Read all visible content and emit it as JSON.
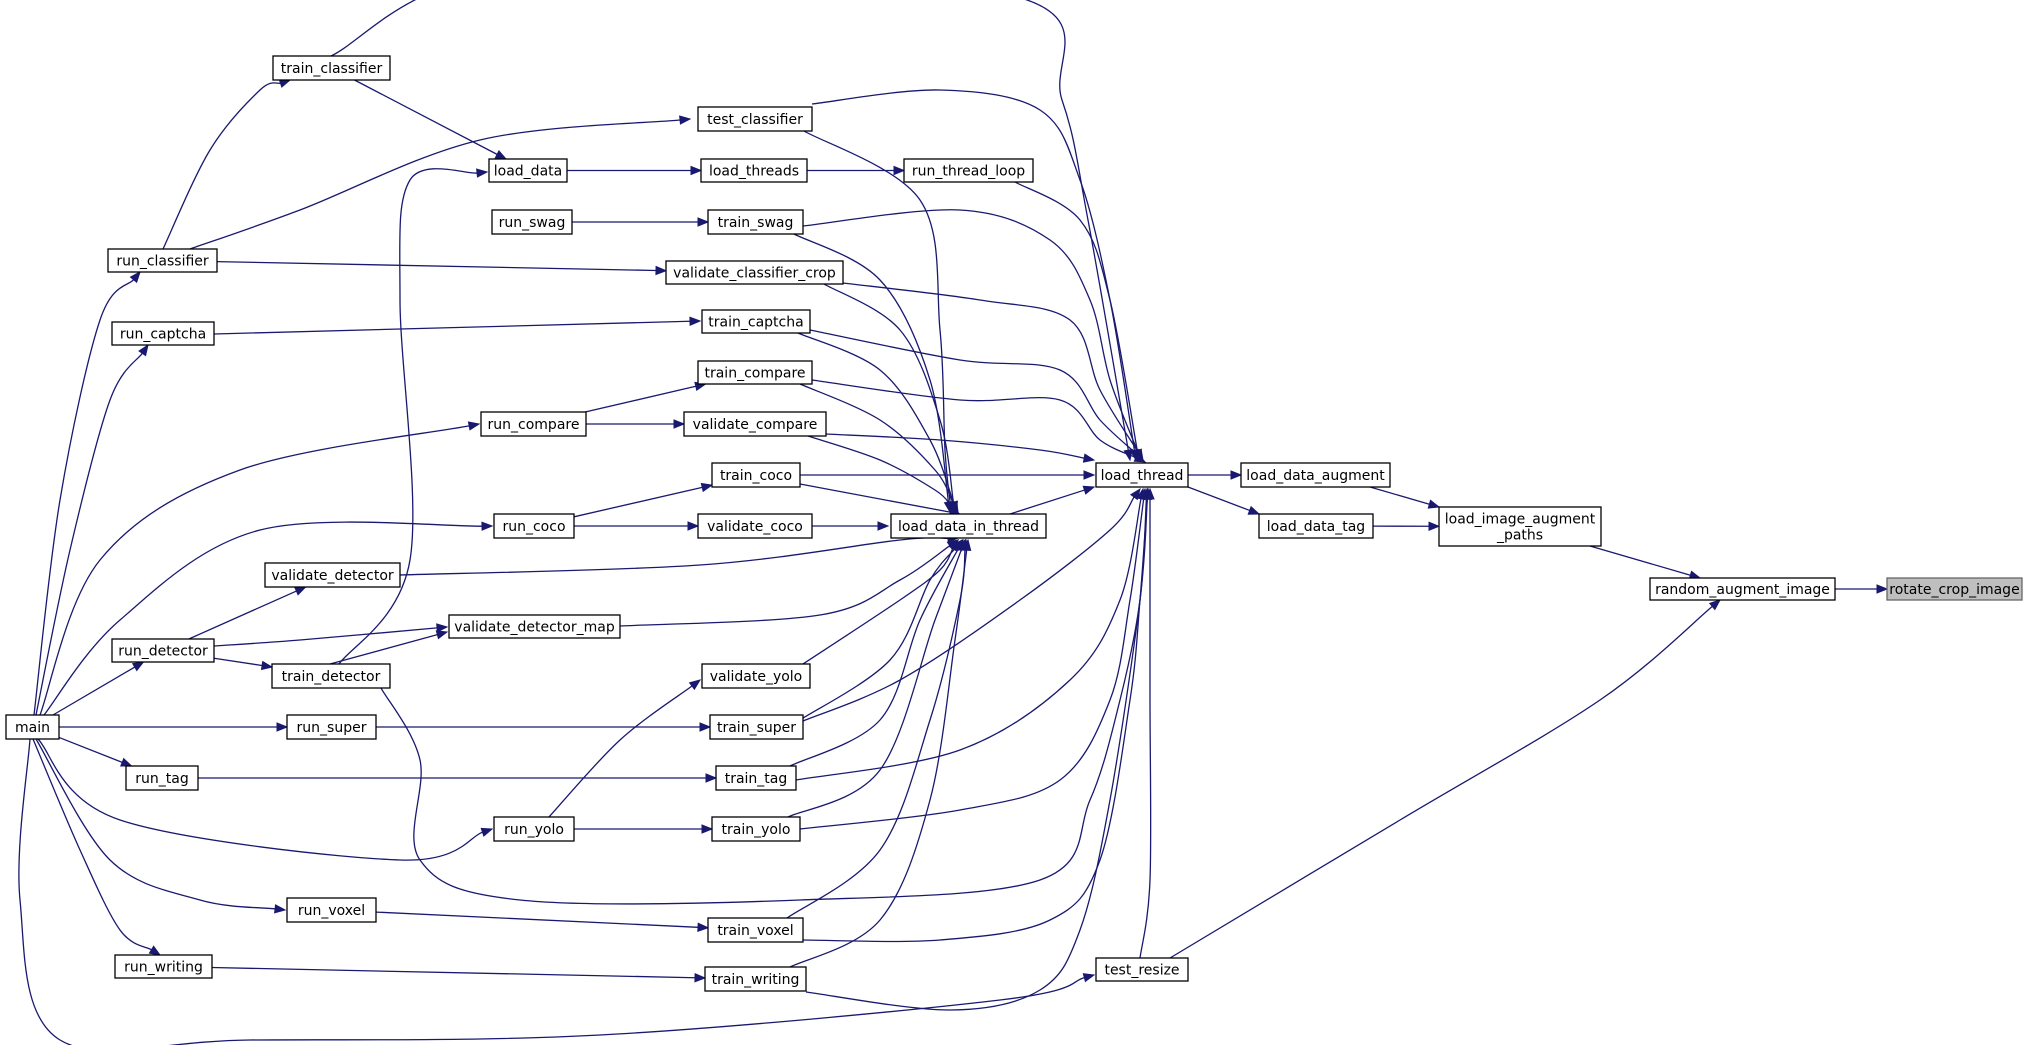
{
  "graph": {
    "edge_color": "#191970",
    "selected_fill": "#bfbfbf",
    "nodes": [
      {
        "id": "rotate_crop_image",
        "label": "rotate_crop_image",
        "selected": true
      },
      {
        "id": "random_augment_image",
        "label": "random_augment_image"
      },
      {
        "id": "load_image_augment_paths",
        "label": [
          "load_image_augment",
          "_paths"
        ]
      },
      {
        "id": "test_resize",
        "label": "test_resize"
      },
      {
        "id": "load_data_augment",
        "label": "load_data_augment"
      },
      {
        "id": "load_data_tag",
        "label": "load_data_tag"
      },
      {
        "id": "load_thread",
        "label": "load_thread"
      },
      {
        "id": "load_data_in_thread",
        "label": "load_data_in_thread"
      },
      {
        "id": "run_thread_loop",
        "label": "run_thread_loop"
      },
      {
        "id": "load_threads",
        "label": "load_threads"
      },
      {
        "id": "load_data",
        "label": "load_data"
      },
      {
        "id": "train_classifier",
        "label": "train_classifier"
      },
      {
        "id": "test_classifier",
        "label": "test_classifier"
      },
      {
        "id": "run_swag",
        "label": "run_swag"
      },
      {
        "id": "train_swag",
        "label": "train_swag"
      },
      {
        "id": "run_classifier",
        "label": "run_classifier"
      },
      {
        "id": "validate_classifier_crop",
        "label": "validate_classifier_crop"
      },
      {
        "id": "run_captcha",
        "label": "run_captcha"
      },
      {
        "id": "train_captcha",
        "label": "train_captcha"
      },
      {
        "id": "train_compare",
        "label": "train_compare"
      },
      {
        "id": "run_compare",
        "label": "run_compare"
      },
      {
        "id": "validate_compare",
        "label": "validate_compare"
      },
      {
        "id": "train_coco",
        "label": "train_coco"
      },
      {
        "id": "run_coco",
        "label": "run_coco"
      },
      {
        "id": "validate_coco",
        "label": "validate_coco"
      },
      {
        "id": "validate_detector",
        "label": "validate_detector"
      },
      {
        "id": "validate_detector_map",
        "label": "validate_detector_map"
      },
      {
        "id": "run_detector",
        "label": "run_detector"
      },
      {
        "id": "train_detector",
        "label": "train_detector"
      },
      {
        "id": "validate_yolo",
        "label": "validate_yolo"
      },
      {
        "id": "main",
        "label": "main"
      },
      {
        "id": "run_super",
        "label": "run_super"
      },
      {
        "id": "train_super",
        "label": "train_super"
      },
      {
        "id": "run_tag",
        "label": "run_tag"
      },
      {
        "id": "train_tag",
        "label": "train_tag"
      },
      {
        "id": "run_yolo",
        "label": "run_yolo"
      },
      {
        "id": "train_yolo",
        "label": "train_yolo"
      },
      {
        "id": "run_voxel",
        "label": "run_voxel"
      },
      {
        "id": "train_voxel",
        "label": "train_voxel"
      },
      {
        "id": "run_writing",
        "label": "run_writing"
      },
      {
        "id": "train_writing",
        "label": "train_writing"
      }
    ],
    "edges": [
      {
        "from": "random_augment_image",
        "to": "rotate_crop_image"
      },
      {
        "from": "load_image_augment_paths",
        "to": "random_augment_image"
      },
      {
        "from": "test_resize",
        "to": "random_augment_image"
      },
      {
        "from": "load_data_augment",
        "to": "load_image_augment_paths"
      },
      {
        "from": "load_data_tag",
        "to": "load_image_augment_paths"
      },
      {
        "from": "load_thread",
        "to": "load_data_augment"
      },
      {
        "from": "load_thread",
        "to": "load_data_tag"
      },
      {
        "from": "train_classifier",
        "to": "load_thread"
      },
      {
        "from": "test_classifier",
        "to": "load_thread"
      },
      {
        "from": "run_thread_loop",
        "to": "load_thread"
      },
      {
        "from": "train_swag",
        "to": "load_thread"
      },
      {
        "from": "validate_classifier_crop",
        "to": "load_thread"
      },
      {
        "from": "train_captcha",
        "to": "load_thread"
      },
      {
        "from": "train_compare",
        "to": "load_thread"
      },
      {
        "from": "validate_compare",
        "to": "load_thread"
      },
      {
        "from": "train_coco",
        "to": "load_thread"
      },
      {
        "from": "load_data_in_thread",
        "to": "load_thread"
      },
      {
        "from": "train_super",
        "to": "load_thread"
      },
      {
        "from": "train_tag",
        "to": "load_thread"
      },
      {
        "from": "train_yolo",
        "to": "load_thread"
      },
      {
        "from": "train_detector",
        "to": "load_thread"
      },
      {
        "from": "train_voxel",
        "to": "load_thread"
      },
      {
        "from": "train_writing",
        "to": "load_thread"
      },
      {
        "from": "test_resize",
        "to": "load_thread"
      },
      {
        "from": "test_classifier",
        "to": "load_data_in_thread"
      },
      {
        "from": "train_swag",
        "to": "load_data_in_thread"
      },
      {
        "from": "validate_classifier_crop",
        "to": "load_data_in_thread"
      },
      {
        "from": "train_captcha",
        "to": "load_data_in_thread"
      },
      {
        "from": "train_compare",
        "to": "load_data_in_thread"
      },
      {
        "from": "validate_compare",
        "to": "load_data_in_thread"
      },
      {
        "from": "train_coco",
        "to": "load_data_in_thread"
      },
      {
        "from": "validate_coco",
        "to": "load_data_in_thread"
      },
      {
        "from": "validate_detector",
        "to": "load_data_in_thread"
      },
      {
        "from": "validate_detector_map",
        "to": "load_data_in_thread"
      },
      {
        "from": "validate_yolo",
        "to": "load_data_in_thread"
      },
      {
        "from": "train_super",
        "to": "load_data_in_thread"
      },
      {
        "from": "train_tag",
        "to": "load_data_in_thread"
      },
      {
        "from": "train_yolo",
        "to": "load_data_in_thread"
      },
      {
        "from": "train_voxel",
        "to": "load_data_in_thread"
      },
      {
        "from": "train_writing",
        "to": "load_data_in_thread"
      },
      {
        "from": "load_threads",
        "to": "run_thread_loop"
      },
      {
        "from": "load_data",
        "to": "load_threads"
      },
      {
        "from": "train_classifier",
        "to": "load_data"
      },
      {
        "from": "train_detector",
        "to": "load_data"
      },
      {
        "from": "run_classifier",
        "to": "train_classifier"
      },
      {
        "from": "run_classifier",
        "to": "test_classifier"
      },
      {
        "from": "run_classifier",
        "to": "validate_classifier_crop"
      },
      {
        "from": "run_swag",
        "to": "train_swag"
      },
      {
        "from": "run_captcha",
        "to": "train_captcha"
      },
      {
        "from": "run_compare",
        "to": "train_compare"
      },
      {
        "from": "run_compare",
        "to": "validate_compare"
      },
      {
        "from": "run_coco",
        "to": "train_coco"
      },
      {
        "from": "run_coco",
        "to": "validate_coco"
      },
      {
        "from": "run_detector",
        "to": "validate_detector"
      },
      {
        "from": "run_detector",
        "to": "validate_detector_map"
      },
      {
        "from": "run_detector",
        "to": "train_detector"
      },
      {
        "from": "train_detector",
        "to": "validate_detector_map"
      },
      {
        "from": "run_yolo",
        "to": "validate_yolo"
      },
      {
        "from": "run_yolo",
        "to": "train_yolo"
      },
      {
        "from": "run_super",
        "to": "train_super"
      },
      {
        "from": "run_tag",
        "to": "train_tag"
      },
      {
        "from": "run_voxel",
        "to": "train_voxel"
      },
      {
        "from": "run_writing",
        "to": "train_writing"
      },
      {
        "from": "main",
        "to": "run_classifier"
      },
      {
        "from": "main",
        "to": "run_captcha"
      },
      {
        "from": "main",
        "to": "run_compare"
      },
      {
        "from": "main",
        "to": "run_coco"
      },
      {
        "from": "main",
        "to": "run_detector"
      },
      {
        "from": "main",
        "to": "run_super"
      },
      {
        "from": "main",
        "to": "run_tag"
      },
      {
        "from": "main",
        "to": "run_yolo"
      },
      {
        "from": "main",
        "to": "run_voxel"
      },
      {
        "from": "main",
        "to": "run_writing"
      },
      {
        "from": "main",
        "to": "test_resize"
      }
    ]
  }
}
